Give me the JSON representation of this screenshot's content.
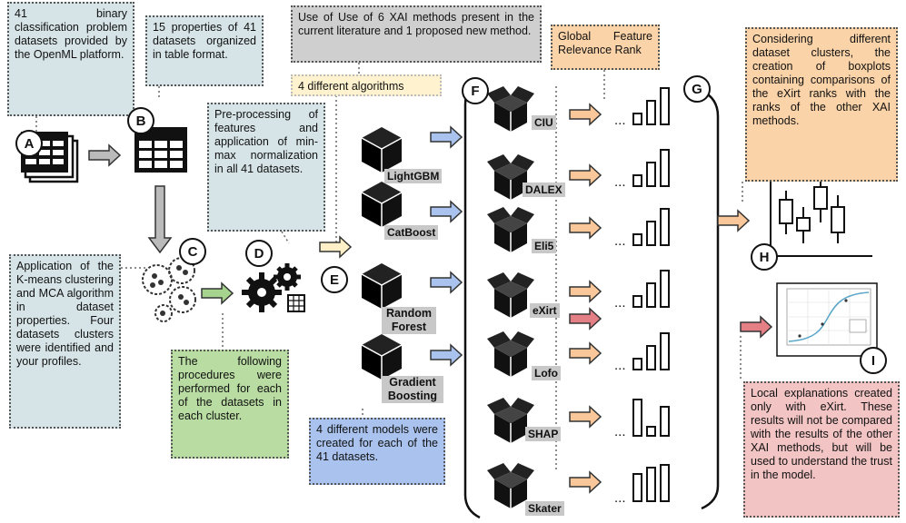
{
  "notes": {
    "datasets": "41 binary classification problem datasets provided by the OpenML platform.",
    "properties": "15 properties of 41 datasets organized in table format.",
    "xai_methods": "Use of Use of 6 XAI methods present in the current literature and 1 proposed new method.",
    "global_rank": "Global Feature Relevance Rank",
    "boxplots": "Considering different dataset clusters, the creation of boxplots containing comparisons of the eXirt ranks with the ranks of the other XAI methods.",
    "algorithms": "4 different algorithms",
    "preprocessing": "Pre-processing of features and application of min-max normalization in all 41 datasets.",
    "kmeans": "Application of the K-means clustering and MCA algorithm in dataset properties. Four datasets clusters were identified and your profiles.",
    "procedures": "The following procedures were performed for each of the datasets in each cluster.",
    "models": "4 different models were created for each of the 41 datasets.",
    "local": "Local explanations created only with eXirt. These results will not be compared with the results of the other XAI methods, but will be used to understand the trust in the model."
  },
  "labels": {
    "A": "A",
    "B": "B",
    "C": "C",
    "D": "D",
    "E": "E",
    "F": "F",
    "G": "G",
    "H": "H",
    "I": "I"
  },
  "algorithms": [
    "LightGBM",
    "CatBoost",
    "Random Forest",
    "Gradient Boosting"
  ],
  "methods": [
    "CIU",
    "DALEX",
    "Eli5",
    "eXirt",
    "Lofo",
    "SHAP",
    "Skater"
  ],
  "ellipsis": "...",
  "colors": {
    "orange_arrow": "#f9c79a",
    "blue_arrow": "#a9c3ee",
    "red_arrow": "#e57f86",
    "green_arrow": "#a6d48f",
    "yellow_arrow": "#fff0c8"
  }
}
